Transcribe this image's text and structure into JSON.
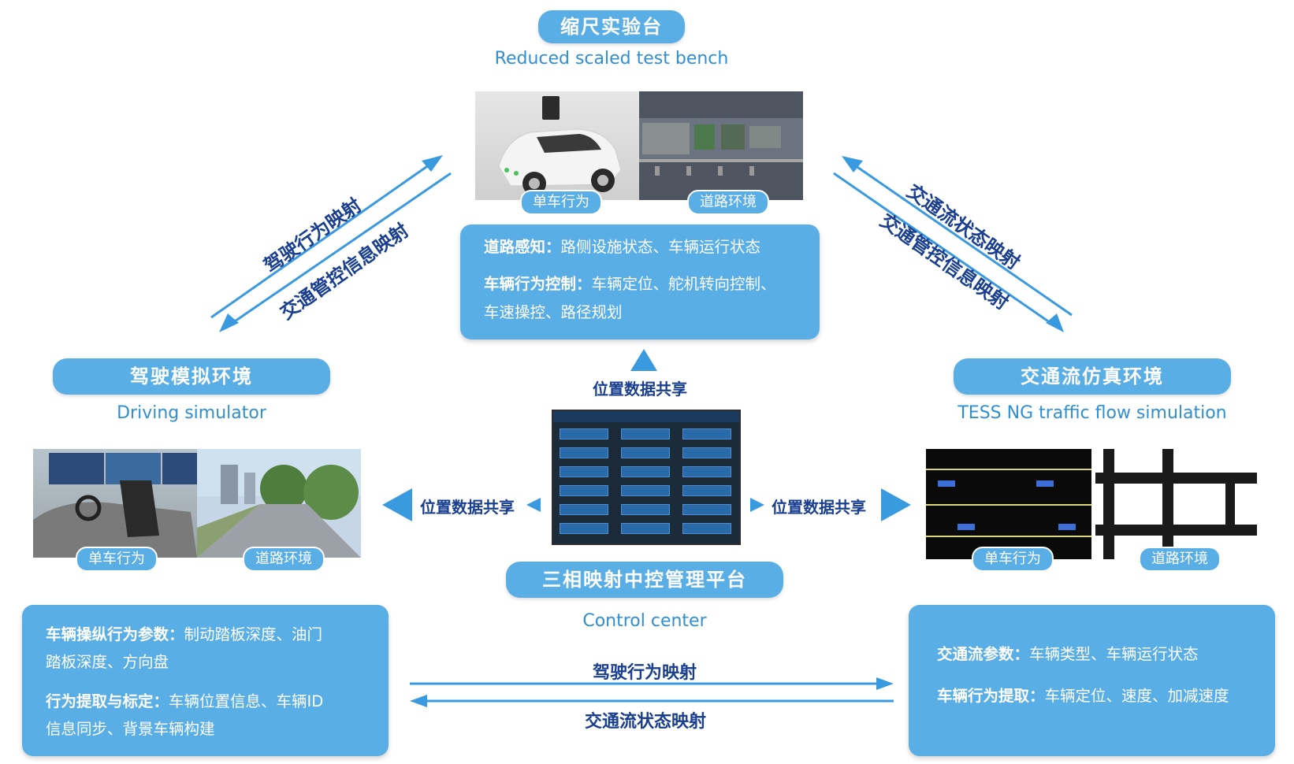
{
  "top": {
    "title": "缩尺实验台",
    "subtitle": "Reduced scaled test bench",
    "tag_left": "单车行为",
    "tag_right": "道路环境",
    "panel": {
      "line1_bold": "道路感知：",
      "line1_text": "路侧设施状态、车辆运行状态",
      "line2_bold": "车辆行为控制：",
      "line2_text": "车辆定位、舵机转向控制、",
      "line3_text": "车速操控、路径规划"
    }
  },
  "left": {
    "title": "驾驶模拟环境",
    "subtitle": "Driving simulator",
    "tag_left": "单车行为",
    "tag_right": "道路环境",
    "panel": {
      "line1_bold": "车辆操纵行为参数：",
      "line1_text": "制动踏板深度、油门",
      "line2_text": "踏板深度、方向盘",
      "line3_bold": "行为提取与标定：",
      "line3_text": "车辆位置信息、车辆ID",
      "line4_text": "信息同步、背景车辆构建"
    }
  },
  "right": {
    "title": "交通流仿真环境",
    "subtitle": "TESS NG traffic flow simulation",
    "tag_left": "单车行为",
    "tag_right": "道路环境",
    "panel": {
      "line1_bold": "交通流参数：",
      "line1_text": "车辆类型、车辆运行状态",
      "line2_bold": "车辆行为提取：",
      "line2_text": "车辆定位、速度、加减速度"
    }
  },
  "center": {
    "title": "三相映射中控管理平台",
    "subtitle": "Control center",
    "share_up": "位置数据共享",
    "share_left": "位置数据共享",
    "share_right": "位置数据共享"
  },
  "arrows": {
    "top_left_a": "驾驶行为映射",
    "top_left_b": "交通管控信息映射",
    "top_right_a": "交通流状态映射",
    "top_right_b": "交通管控信息映射",
    "bottom_a": "驾驶行为映射",
    "bottom_b": "交通流状态映射"
  },
  "colors": {
    "accent": "#5aaee6",
    "label_blue": "#1a3f8f",
    "subtitle_blue": "#2f8fd5",
    "arrow_blue": "#3a9ae0"
  }
}
